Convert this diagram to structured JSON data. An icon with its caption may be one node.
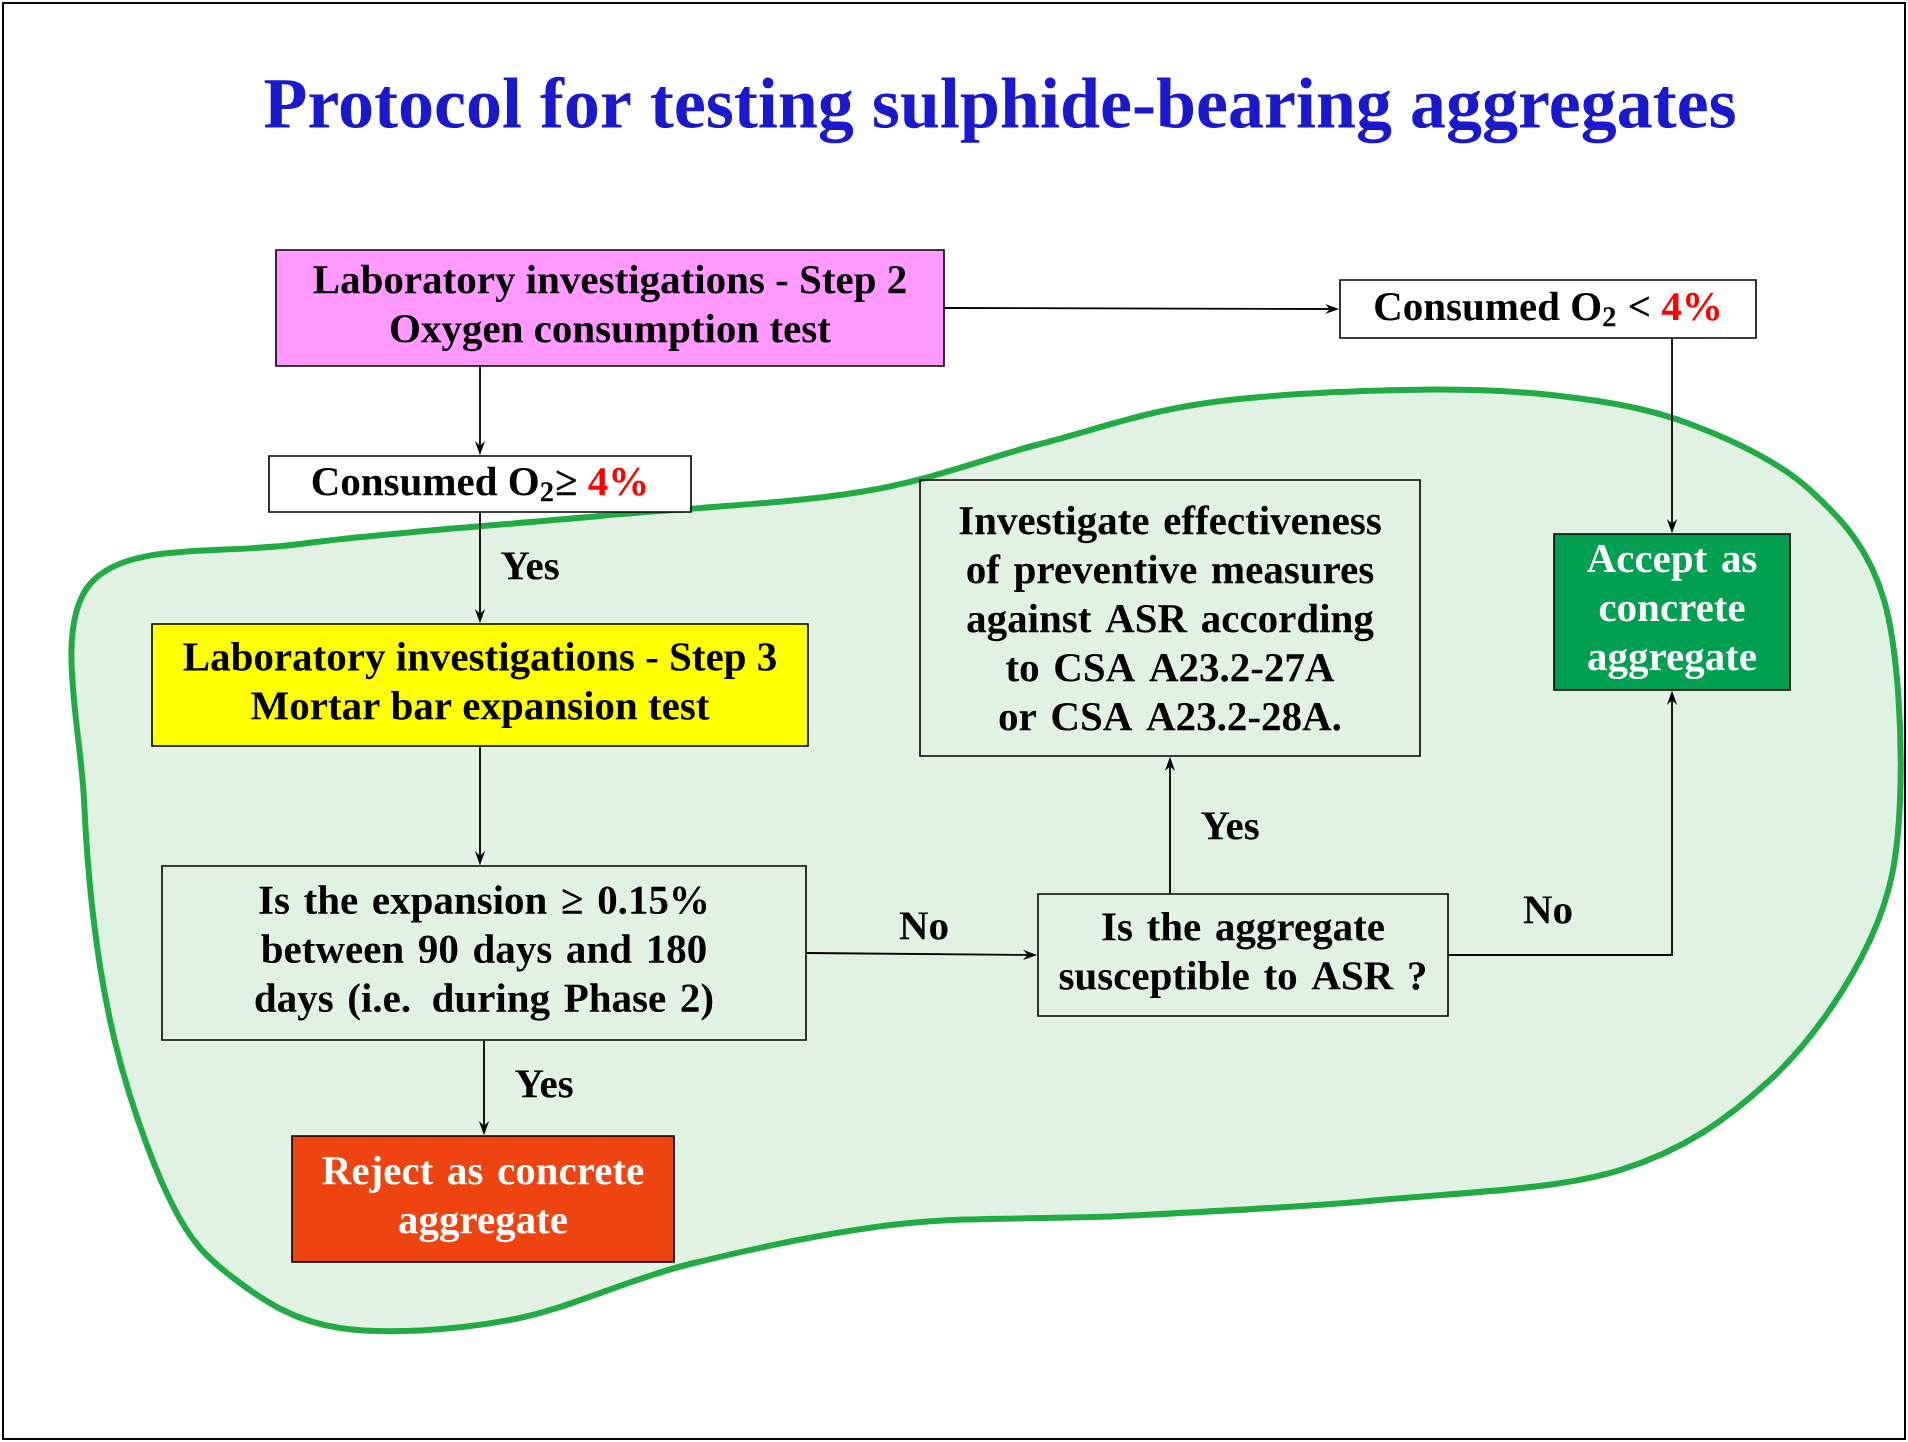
{
  "diagram": {
    "title": "Protocol for testing sulphide-bearing aggregates",
    "nodes": [
      {
        "text": [
          "Laboratory investigations - Step 2",
          "Oxygen consumption test"
        ]
      },
      {
        "text": [
          "Consumed O$_{2}$ <",
          "4%"
        ]
      },
      {
        "text": [
          "Consumed O$_{2}$≥",
          "4%"
        ]
      },
      {
        "text": [
          "Laboratory investigations - Step 3",
          "Mortar bar expansion test"
        ]
      },
      {
        "text": [
          "Is the expansion ≥ 0.15% between 90 days and 180 days (i.e. during Phase 2)"
        ]
      },
      {
        "text": [
          "Reject as concrete aggregate"
        ]
      },
      {
        "text": [
          "Investigate effectiveness of preventive measures against ASR according to CSA A23.2-27A or CSA A23.2-28A."
        ]
      },
      {
        "text": [
          "Is the aggregate susceptible to ASR ?"
        ]
      },
      {
        "text": [
          "Accept as concrete aggregate"
        ]
      }
    ],
    "edges": [
      {
        "from": 0,
        "to": 1,
        "arrow": "to"
      },
      {
        "from": 0,
        "to": 2,
        "arrow": "to"
      },
      {
        "from": 2,
        "to": 3,
        "arrow": "to",
        "label": "Yes"
      },
      {
        "from": 3,
        "to": 4,
        "arrow": "to"
      },
      {
        "from": 4,
        "to": 7,
        "arrow": "to",
        "label": "No"
      },
      {
        "from": 4,
        "to": 5,
        "arrow": "to",
        "label": "Yes"
      },
      {
        "from": 7,
        "to": 6,
        "arrow": "to",
        "label": "Yes"
      },
      {
        "from": 7,
        "to": 8,
        "arrow": "to",
        "label": "No"
      },
      {
        "from": 1,
        "to": 8,
        "arrow": "to"
      }
    ]
  }
}
